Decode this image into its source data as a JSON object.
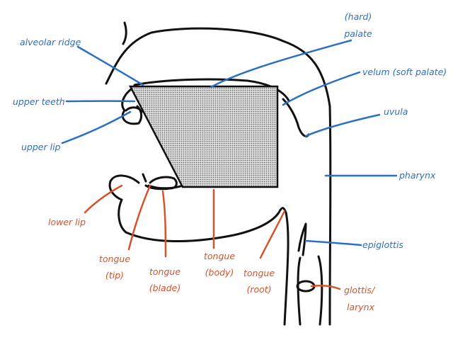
{
  "colors": {
    "outline": "#111111",
    "blue": "#2a70c4",
    "red": "#d5532a",
    "patch_fill": "#d4d4d4"
  },
  "labels": {
    "hard_palate_1": "(hard)",
    "hard_palate_2": "palate",
    "alveolar_ridge": "alveolar ridge",
    "velum": "velum (soft palate)",
    "upper_teeth": "upper teeth",
    "uvula": "uvula",
    "upper_lip": "upper lip",
    "pharynx": "pharynx",
    "lower_lip": "lower lip",
    "epiglottis": "epiglottis",
    "tongue_tip_1": "tongue",
    "tongue_tip_2": "(tip)",
    "tongue_blade_1": "tongue",
    "tongue_blade_2": "(blade)",
    "tongue_body_1": "tongue",
    "tongue_body_2": "(body)",
    "tongue_root_1": "tongue",
    "tongue_root_2": "(root)",
    "glottis_1": "glottis/",
    "glottis_2": "larynx"
  }
}
